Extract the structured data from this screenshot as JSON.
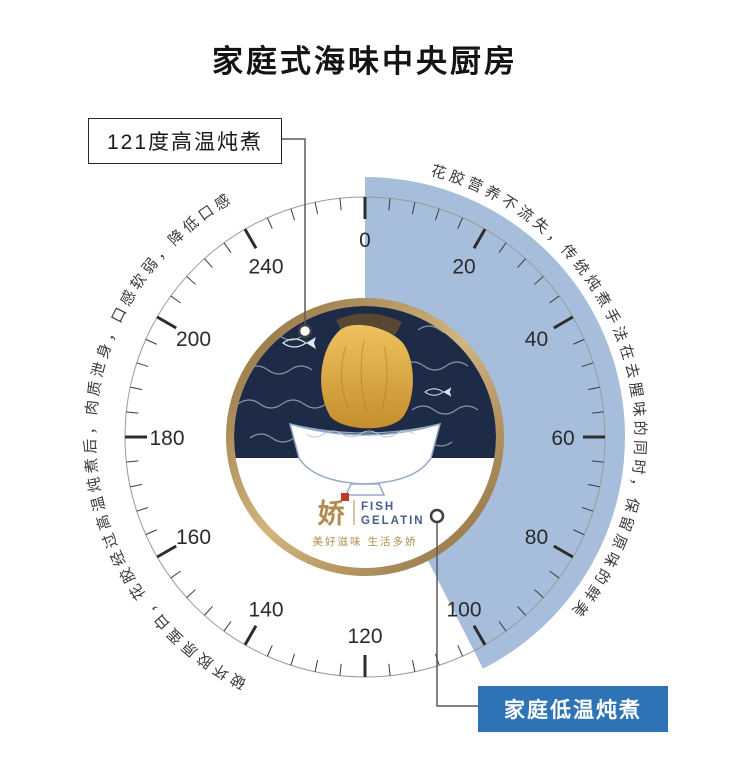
{
  "title": "家庭式海味中央厨房",
  "callouts": {
    "high_temp": "121度高温炖煮",
    "low_temp": "家庭低温炖煮"
  },
  "curved_text": {
    "right": "花胶营养不流失，传统炖煮手法在去腥味的同时，保留原味的鲜美",
    "left": "破坏胶原蛋白，花胶经过高温炖煮后，肉质泄身，口感软弱，降低口感"
  },
  "dial": {
    "tick_labels": [
      {
        "label": "0",
        "angle": 0
      },
      {
        "label": "20",
        "angle": 30
      },
      {
        "label": "40",
        "angle": 60
      },
      {
        "label": "60",
        "angle": 90
      },
      {
        "label": "80",
        "angle": 120
      },
      {
        "label": "100",
        "angle": 150
      },
      {
        "label": "120",
        "angle": 180
      },
      {
        "label": "140",
        "angle": 210
      },
      {
        "label": "160",
        "angle": 240
      },
      {
        "label": "180",
        "angle": 270
      },
      {
        "label": "200",
        "angle": 300
      },
      {
        "label": "240",
        "angle": 330
      }
    ],
    "arc": {
      "start_angle": 0,
      "end_angle": 153,
      "color": "#a6bedb"
    }
  },
  "brand": {
    "logo_cn": "娇",
    "logo_en_line1": "FISH",
    "logo_en_line2": "GELATIN",
    "tagline": "美好滋味 生活多娇"
  },
  "colors": {
    "accent_blue": "#2e73b5",
    "arc_blue": "#a6bedb",
    "gold": "#a98a52",
    "navy": "#1e2b47"
  }
}
